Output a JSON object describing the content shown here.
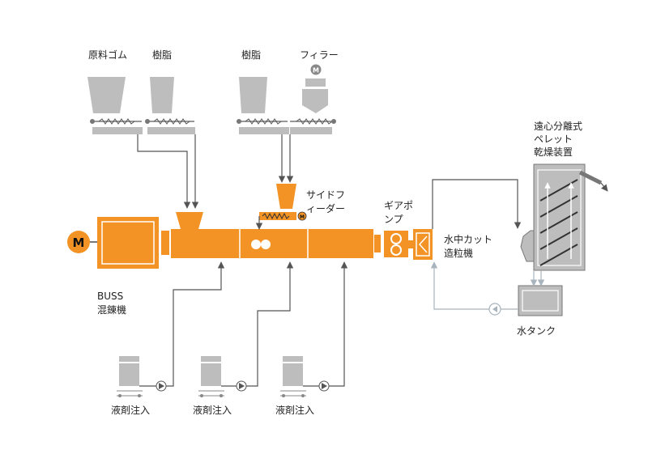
{
  "labels": {
    "raw_rubber": "原料ゴム",
    "resin_1": "樹脂",
    "resin_2": "樹脂",
    "filler": "フィラー",
    "side_feeder_line1": "サイドフ",
    "side_feeder_line2": "ィーダー",
    "gear_pump_line1": "ギアポ",
    "gear_pump_line2": "ンプ",
    "underwater_cut_line1": "水中カット",
    "underwater_cut_line2": "造粒機",
    "dryer_line1": "遠心分離式",
    "dryer_line2": "ペレット",
    "dryer_line3": "乾燥装置",
    "kneader_line1": "BUSS",
    "kneader_line2": "混錬機",
    "water_tank": "水タンク",
    "liquid_1": "液剤注入",
    "liquid_2": "液剤注入",
    "liquid_3": "液剤注入"
  },
  "motor": {
    "main_letter": "M",
    "small_letter": "M"
  },
  "colors": {
    "orange": "#F39325",
    "gray_fill": "#BDBDBD",
    "gray_light": "#D9D9D9",
    "line": "#666666",
    "line_light": "#A8B4BE",
    "text": "#222222"
  }
}
